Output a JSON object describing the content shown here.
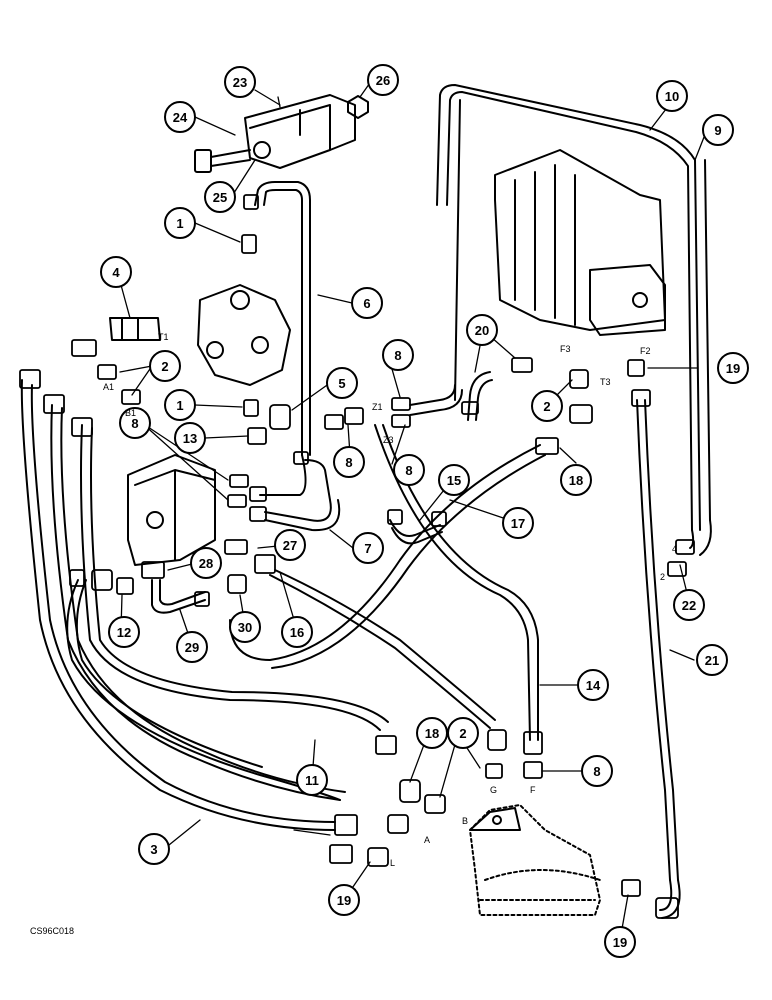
{
  "drawing_code": "CS96C018",
  "callouts": {
    "c1a": "1",
    "c1b": "1",
    "c2a": "2",
    "c2b": "2",
    "c2c": "2",
    "c3": "3",
    "c4": "4",
    "c5": "5",
    "c6": "6",
    "c7": "7",
    "c8a": "8",
    "c8b": "8",
    "c8c": "8",
    "c8d": "8",
    "c8e": "8",
    "c9": "9",
    "c10": "10",
    "c11": "11",
    "c12": "12",
    "c13": "13",
    "c14": "14",
    "c15": "15",
    "c16": "16",
    "c17": "17",
    "c18a": "18",
    "c18b": "18",
    "c19a": "19",
    "c19b": "19",
    "c19c": "19",
    "c20": "20",
    "c21": "21",
    "c22": "22",
    "c23": "23",
    "c24": "24",
    "c25": "25",
    "c26": "26",
    "c27": "27",
    "c28": "28",
    "c29": "29",
    "c30": "30"
  },
  "ports": {
    "t1": "T1",
    "a1": "A1",
    "b1": "B1",
    "z1": "Z1",
    "z3": "Z3",
    "f3": "F3",
    "t3": "T3",
    "f2": "F2",
    "p4": "4",
    "p2": "2",
    "a": "A",
    "b": "B",
    "g": "G",
    "f": "F",
    "l": "L"
  }
}
